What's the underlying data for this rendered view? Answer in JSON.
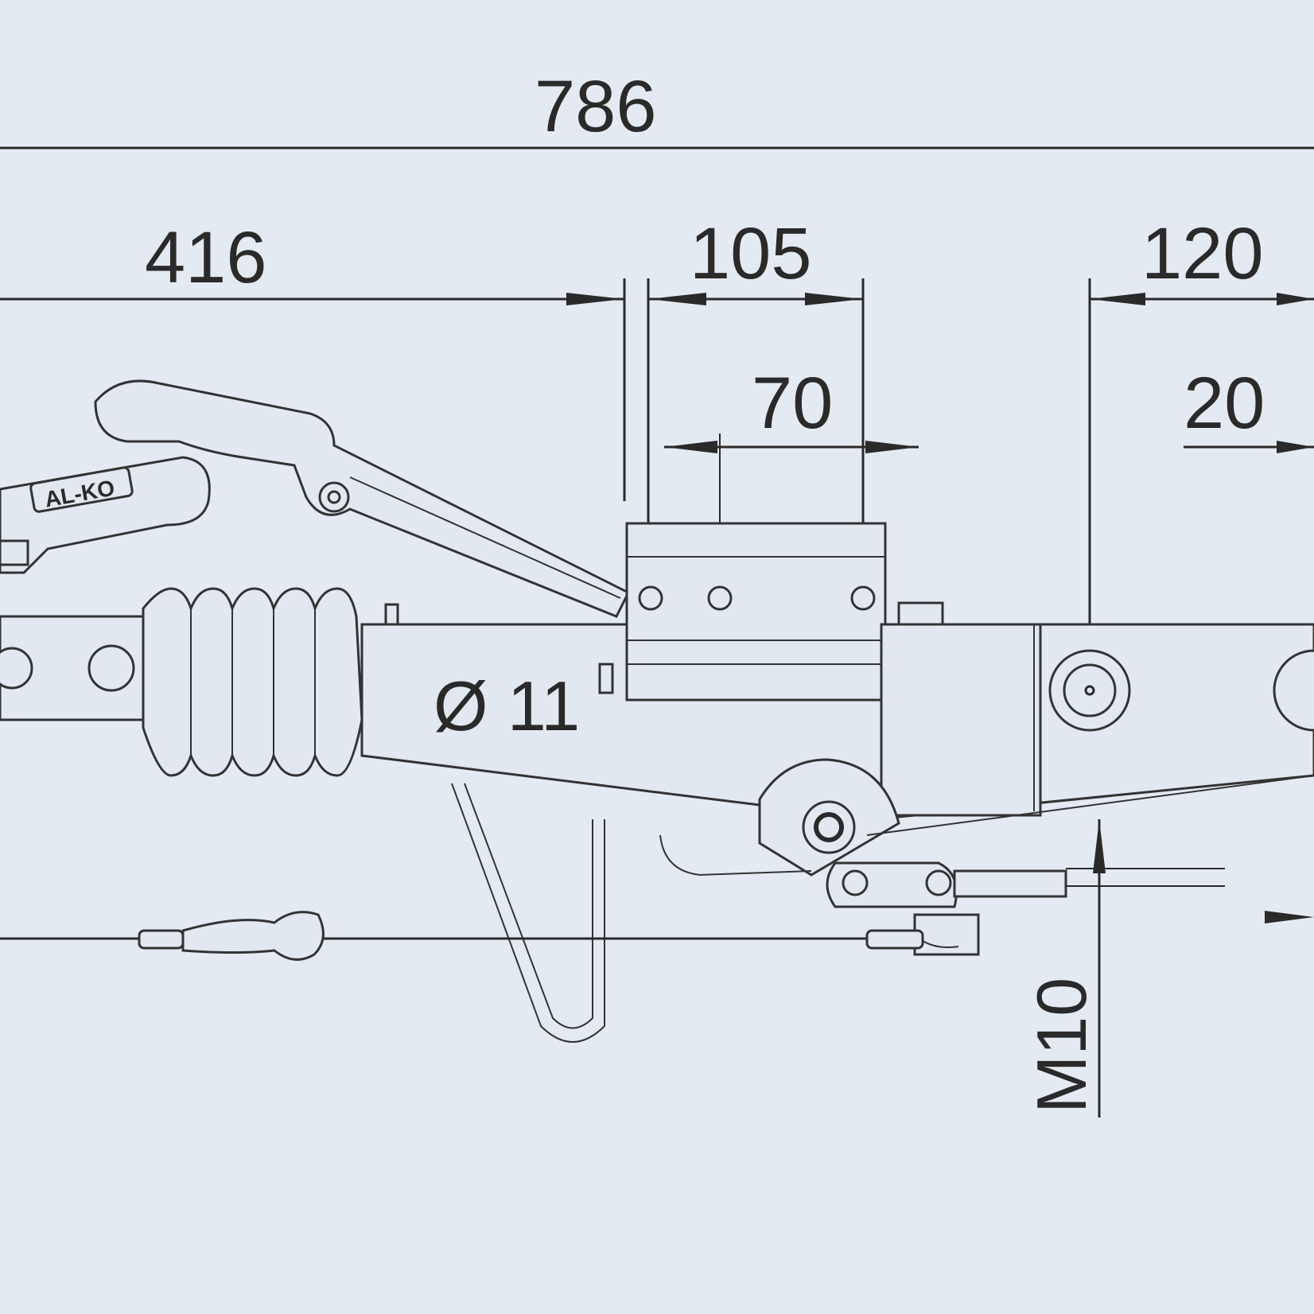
{
  "dimensions": {
    "overall_length": "786",
    "front_to_mount": "416",
    "mount_span": "105",
    "hole_spacing": "70",
    "rear_span": "120",
    "rear_offset": "20",
    "hole_diameter": "Ø 11",
    "thread": "M10"
  },
  "logo_text": "AL-KO",
  "colors": {
    "background": "#e4eaf2",
    "line": "#2a2a2a",
    "part_fill": "#e2e8f0"
  }
}
